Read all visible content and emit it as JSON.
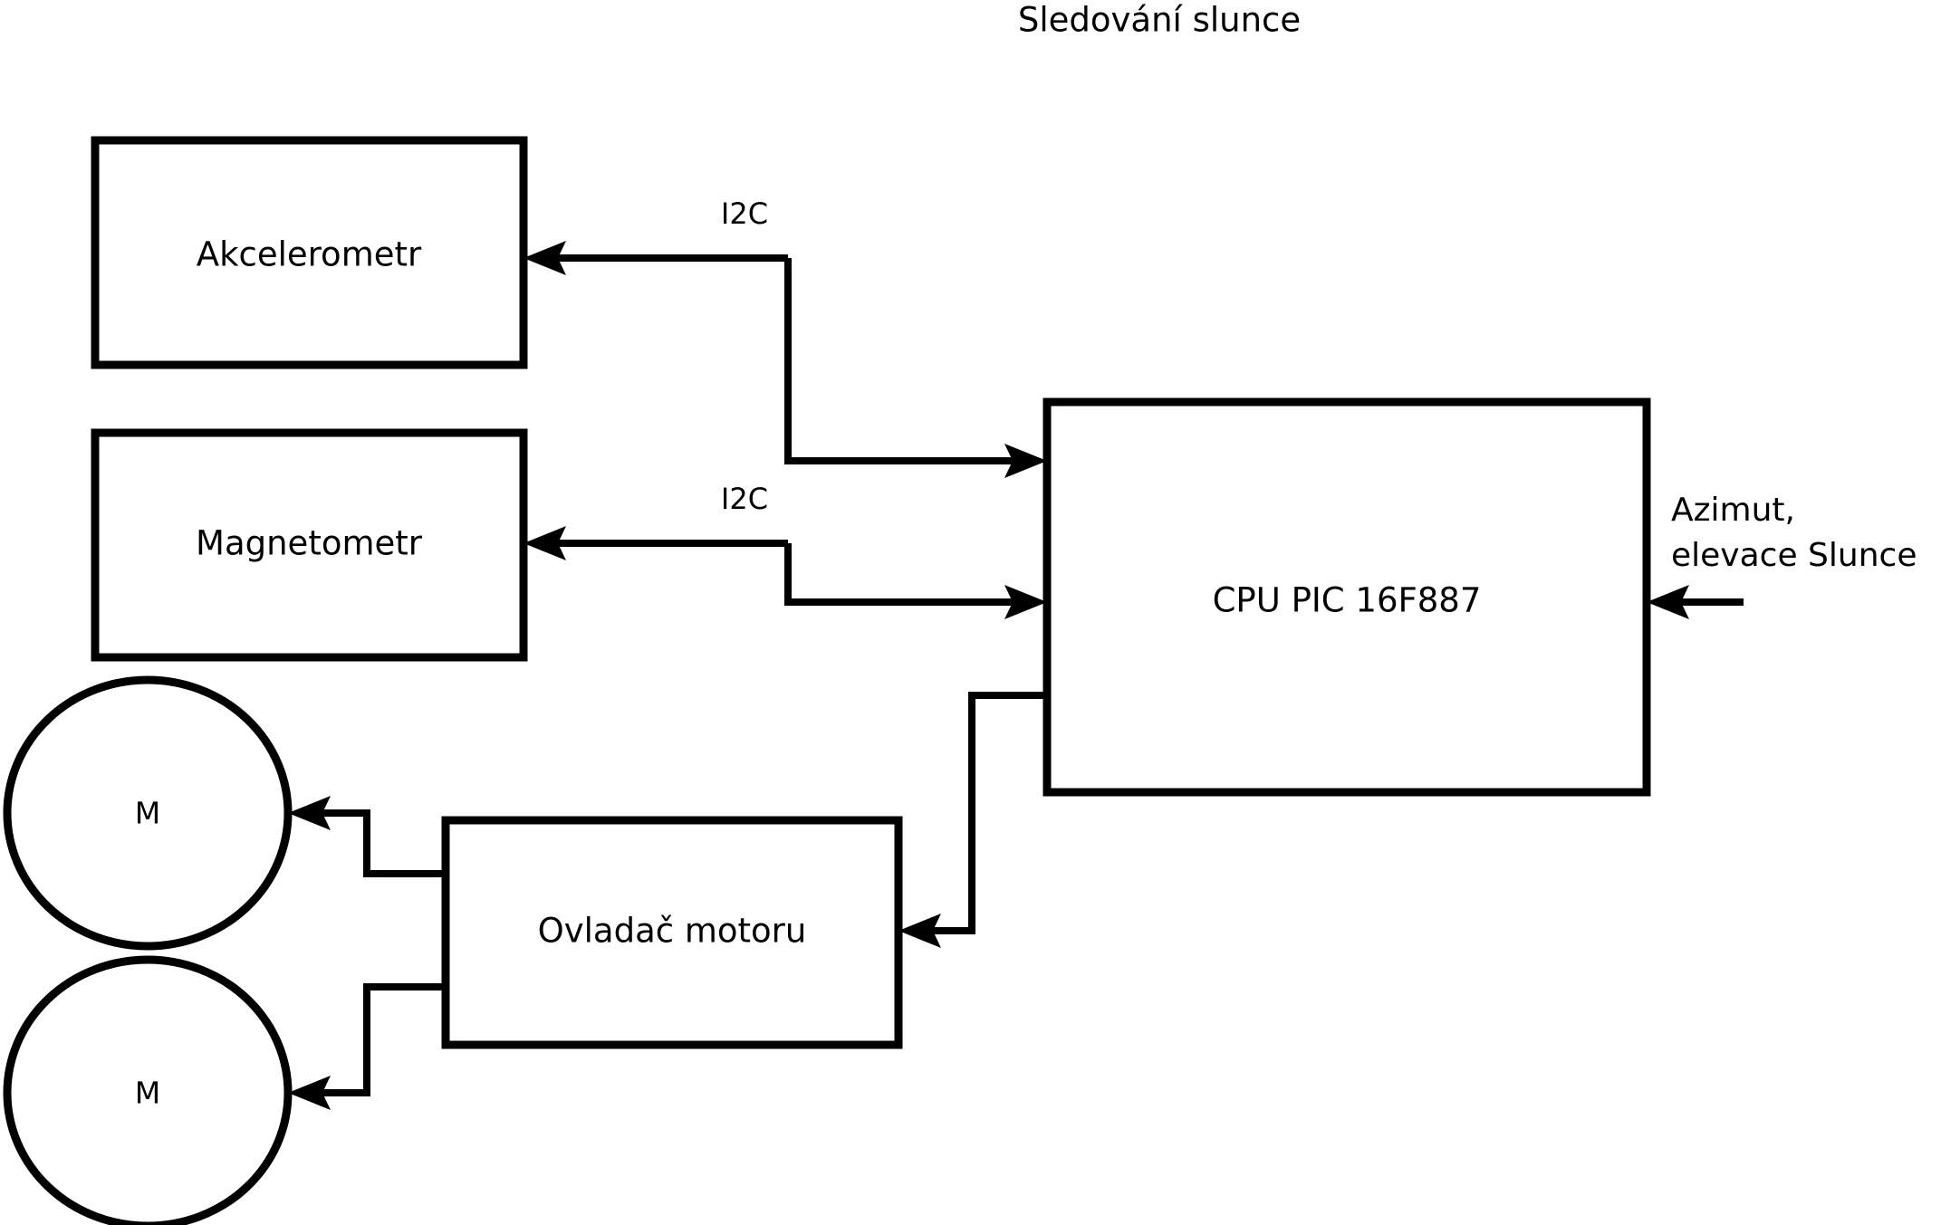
{
  "diagram": {
    "title": "Sledování slunce",
    "nodes": [
      {
        "id": "accelerometer",
        "label": "Akcelerometr",
        "shape": "rect"
      },
      {
        "id": "magnetometer",
        "label": "Magnetometr",
        "shape": "rect"
      },
      {
        "id": "cpu",
        "label": "CPU PIC 16F887",
        "shape": "rect"
      },
      {
        "id": "motor-driver",
        "label": "Ovladač motoru",
        "shape": "rect"
      },
      {
        "id": "motor-1",
        "label": "M",
        "shape": "circle"
      },
      {
        "id": "motor-2",
        "label": "M",
        "shape": "circle"
      }
    ],
    "edge_labels": {
      "i2c_accelerometer": "I2C",
      "i2c_magnetometer": "I2C"
    },
    "external_input": {
      "line1": "Azimut,",
      "line2": "elevace Slunce"
    },
    "colors": {
      "stroke": "#000000",
      "fill": "#ffffff",
      "text": "#000000"
    }
  }
}
